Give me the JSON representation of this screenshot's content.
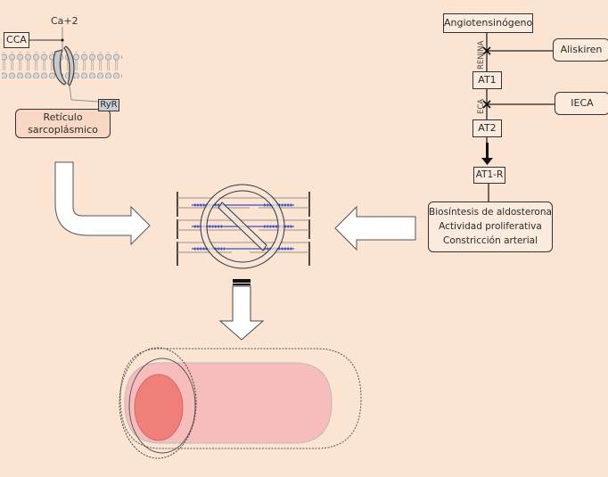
{
  "left_panel": {
    "cca_label": "CCA",
    "ion_label": "Ca+2",
    "ryr_label": "RyR",
    "reticulum_line1": "Retículo",
    "reticulum_line2": "sarcoplásmico"
  },
  "raas_pathway": {
    "angiotensinogen": "Angiotensinógeno",
    "renin_label": "RENINA",
    "at1": "AT1",
    "eca_label": "ECA",
    "at2": "AT2",
    "at1r": "AT1-R",
    "aliskiren": "Aliskiren",
    "ieca": "IECA",
    "effects": [
      "Biosíntesis de aldosterona",
      "Actividad proliferativa",
      "Constricción arterial"
    ]
  },
  "colors": {
    "background": "#fce4d2",
    "box_fill": "#fcebdc",
    "reticulum_fill": "#f8d8c4",
    "ryr_fill": "#c8ccd4",
    "channel_fill": "#c9c9c9",
    "myofilament_blue": "#3a4fc2",
    "myofilament_gray": "#9a8f96",
    "vessel_outer": "#f7bcbc",
    "vessel_lumen": "#ef7f78"
  }
}
